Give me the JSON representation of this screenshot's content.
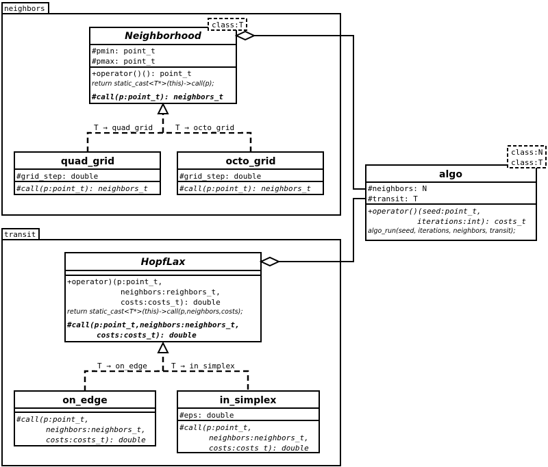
{
  "packages": {
    "neighbors": {
      "label": "neighbors"
    },
    "transit": {
      "label": "transit"
    }
  },
  "classes": {
    "neighborhood": {
      "name": "Neighborhood",
      "template": "class:T",
      "attributes": [
        "#pmin: point_t",
        "#pmax: point_t"
      ],
      "operations": [
        "+operator()(): point_t",
        "return static_cast<T*>(this)->call(p);",
        "#call(p:point_t): neighbors_t"
      ]
    },
    "quad_grid": {
      "name": "quad_grid",
      "attributes": [
        "#grid_step: double"
      ],
      "operations": [
        "#call(p:point_t): neighbors_t"
      ]
    },
    "octo_grid": {
      "name": "octo_grid",
      "attributes": [
        "#grid_step: double"
      ],
      "operations": [
        "#call(p:point_t): neighbors_t"
      ]
    },
    "algo": {
      "name": "algo",
      "template": [
        "class:N",
        "class:T"
      ],
      "attributes": [
        "#neighbors: N",
        "#transit: T"
      ],
      "operations": [
        "+operator()(seed:point_t,",
        "iterations:int): costs_t",
        "algo_run(seed, iterations, neighbors, transit);"
      ]
    },
    "hopflax": {
      "name": "HopfLax",
      "operations": [
        "+operator)(p:point_t,",
        "neighbors:reighbors_t,",
        "costs:costs_t): double",
        "return static_cast<T*>(this)->call(p,neighbors,costs);",
        "#call(p:point_t,neighbors:neighbors_t,",
        "costs:costs_t): double"
      ]
    },
    "on_edge": {
      "name": "on_edge",
      "operations": [
        "#call(p:point_t,",
        "neighbors:neighbors_t,",
        "costs:costs_t): double"
      ]
    },
    "in_simplex": {
      "name": "in_simplex",
      "attributes": [
        "#eps: double"
      ],
      "operations": [
        "#call(p:point_t,",
        "neighbors:neighbors_t,",
        "costs:costs_t): double"
      ]
    }
  },
  "bindings": {
    "quad": "T → quad_grid",
    "octo": "T → octo_grid",
    "on_edge": "T → on_edge",
    "in_simplex": "T → in_simplex"
  }
}
